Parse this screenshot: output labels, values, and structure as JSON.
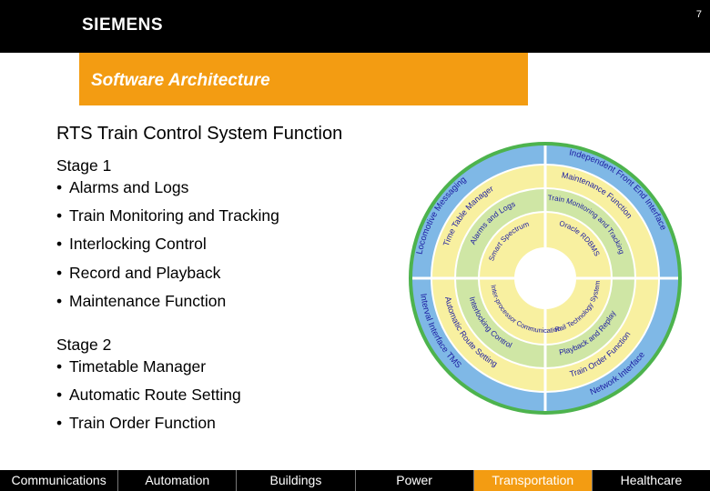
{
  "header": {
    "logo": "SIEMENS",
    "page_number": "7"
  },
  "section_title": "Software Architecture",
  "main_title": "RTS Train Control System Function",
  "stages": [
    {
      "title": "Stage 1",
      "items": [
        "Alarms and Logs",
        "Train Monitoring and Tracking",
        "Interlocking Control",
        "Record and Playback",
        "Maintenance Function"
      ]
    },
    {
      "title": "Stage 2",
      "items": [
        "Timetable Manager",
        "Automatic Route Setting",
        "Train Order Function"
      ]
    }
  ],
  "bullet_symbol": "•",
  "diagram": {
    "colors": {
      "outer_ring": "#4db34d",
      "blue_ring": "#7fb8e6",
      "yellow_ring": "#f8f0a0",
      "green_ring": "#cfe6a5",
      "center": "#ffffff",
      "text": "#1b1ba0"
    },
    "outer_labels": [
      "Locomotive Messaging",
      "Independent Front End Interface",
      "Network Interface",
      "Interval Interface TMS"
    ],
    "ring2_labels": [
      "Time Table Manager",
      "Maintenance Function",
      "Train Order Function",
      "Automatic Route Setting"
    ],
    "ring3_labels": [
      "Alarms and Logs",
      "Train Monitoring and Tracking",
      "Playback and Replay",
      "Interlocking Control"
    ],
    "ring4_labels": [
      "Smart Spectrum",
      "Oracle RDBMS",
      "Rail Technology System",
      "Inter-processor Communication"
    ]
  },
  "footer": {
    "items": [
      "Communications",
      "Automation",
      "Buildings",
      "Power",
      "Transportation",
      "Healthcare"
    ],
    "active": "Transportation"
  }
}
